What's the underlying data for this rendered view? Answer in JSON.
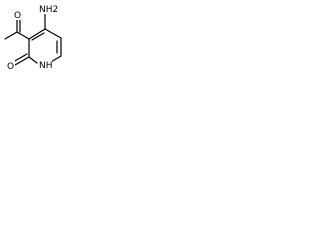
{
  "molecule": {
    "labels": {
      "amine": "NH2",
      "ring_nitrogen": "NH",
      "carbonyl_oxygen_ring": "O",
      "acetyl_oxygen": "O"
    }
  }
}
